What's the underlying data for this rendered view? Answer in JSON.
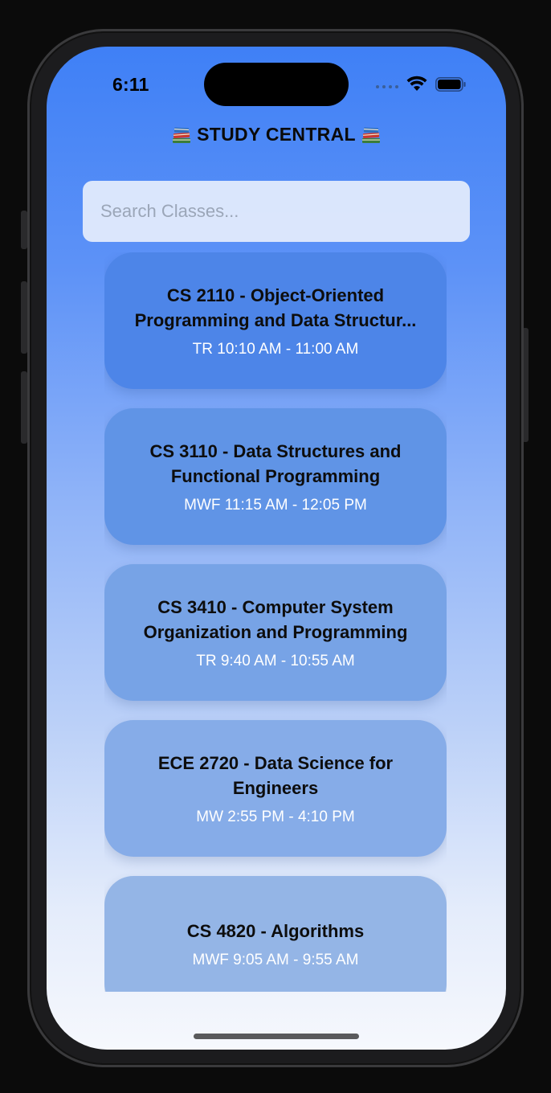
{
  "status_bar": {
    "time": "6:11"
  },
  "header": {
    "title": "STUDY CENTRAL",
    "icon": "books-icon"
  },
  "search": {
    "placeholder": "Search Classes...",
    "value": ""
  },
  "classes": [
    {
      "title": "CS 2110 - Object-Oriented Programming and Data Structur...",
      "time": "TR 10:10 AM - 11:00 AM"
    },
    {
      "title": "CS 3110 - Data Structures and Functional Programming",
      "time": "MWF 11:15 AM - 12:05 PM"
    },
    {
      "title": "CS 3410 - Computer System Organization and Programming",
      "time": "TR 9:40 AM - 10:55 AM"
    },
    {
      "title": "ECE 2720 - Data Science for Engineers",
      "time": "MW 2:55 PM - 4:10 PM"
    },
    {
      "title": "CS 4820 - Algorithms",
      "time": "MWF 9:05 AM - 9:55 AM"
    }
  ],
  "colors": {
    "gradient_top": "#3f80f6",
    "gradient_bottom": "#f6f8fd",
    "card_time_text": "#ffffff"
  }
}
